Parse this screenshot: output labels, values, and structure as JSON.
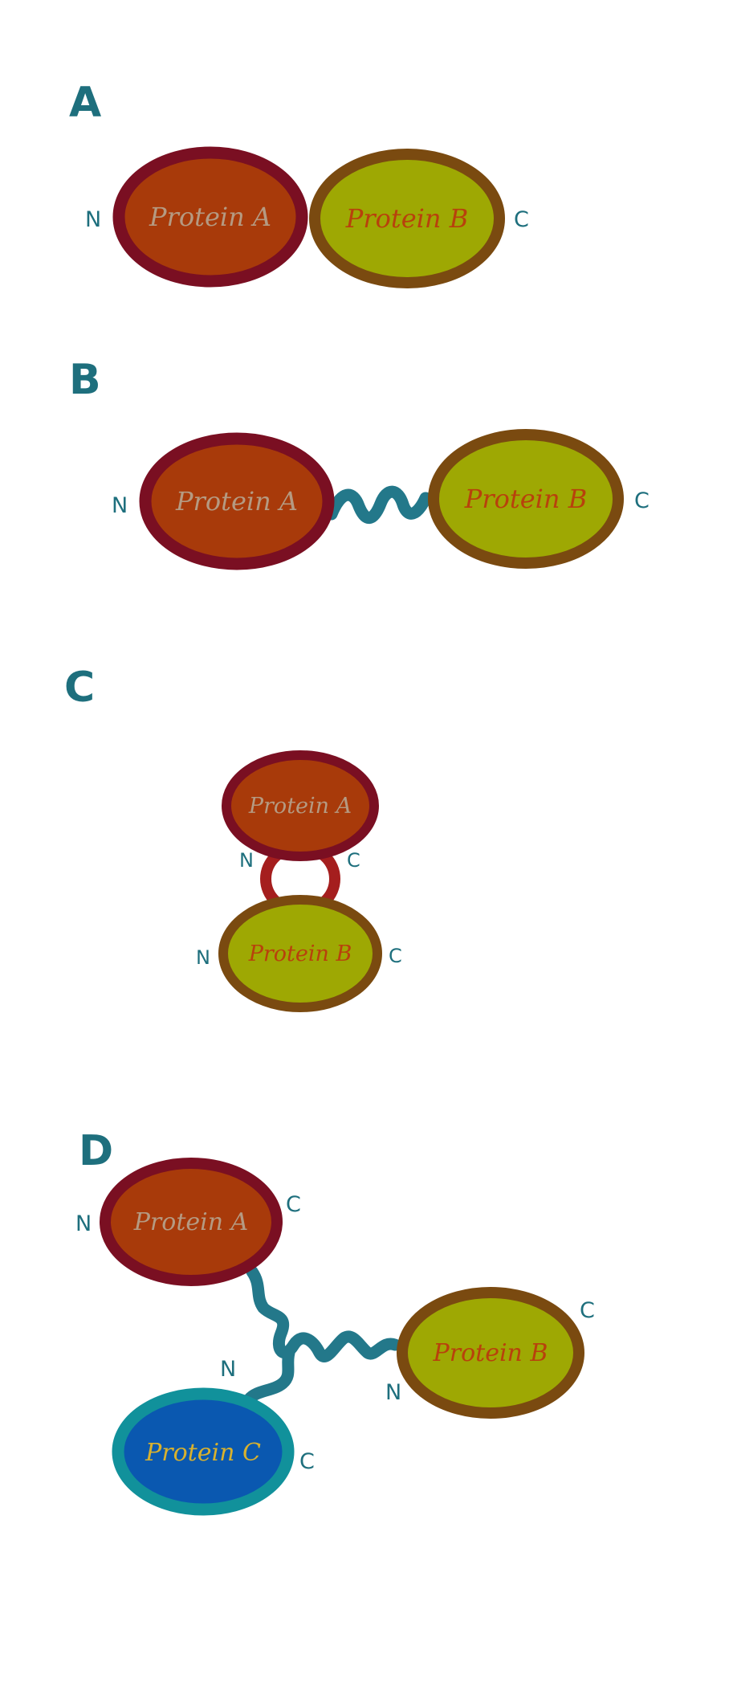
{
  "panels": [
    {
      "letter": "A",
      "terminal_left": "N",
      "terminal_right": "C",
      "proteins": [
        "Protein A",
        "Protein B"
      ]
    },
    {
      "letter": "B",
      "terminal_left": "N",
      "terminal_right": "C",
      "proteins": [
        "Protein A",
        "Protein B"
      ]
    },
    {
      "letter": "C",
      "proteins": [
        "Protein A",
        "Protein B"
      ],
      "a_termini": [
        "N",
        "C"
      ],
      "b_termini": [
        "N",
        "C"
      ]
    },
    {
      "letter": "D",
      "proteins": [
        "Protein A",
        "Protein B",
        "Protein C"
      ],
      "a_termini": [
        "N",
        "C"
      ],
      "b_termini": [
        "N",
        "C"
      ],
      "c_termini": [
        "N",
        "C"
      ]
    }
  ],
  "colors": {
    "protein_a_fill": "#a83a0a",
    "protein_a_border": "#7a0f22",
    "protein_a_text": "#b59a82",
    "protein_b_fill": "#9ea803",
    "protein_b_border": "#7a4a10",
    "protein_b_text": "#b8410c",
    "protein_c_fill": "#0a58b0",
    "protein_c_border": "#11919b",
    "protein_c_text": "#d8b12e",
    "linker": "#23788a",
    "loop": "#a51e1e",
    "labels": "#1e6f7d"
  }
}
